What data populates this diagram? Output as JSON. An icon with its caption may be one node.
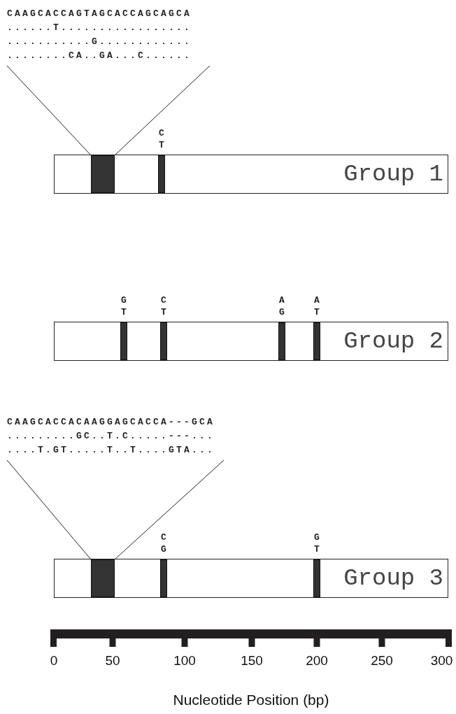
{
  "diagram": {
    "nodes": [
      {
        "text": [
          "CAAGCACCAGTAGCACCAGCAGCA",
          "......T.................",
          "...........G............",
          "........CA..GA...C......"
        ]
      },
      {
        "text": [
          "Group 1"
        ]
      },
      {
        "text": [],
        "shape": "bar",
        "in": 1
      },
      {
        "text": [],
        "shape": "bar",
        "in": 1,
        "beside": [
          "C",
          "T"
        ]
      },
      {
        "text": [
          "Group 2"
        ]
      },
      {
        "text": [],
        "shape": "bar",
        "in": 4,
        "beside": [
          "G",
          "T"
        ]
      },
      {
        "text": [],
        "shape": "bar",
        "in": 4,
        "beside": [
          "C",
          "T"
        ]
      },
      {
        "text": [],
        "shape": "bar",
        "in": 4,
        "beside": [
          "A",
          "G"
        ]
      },
      {
        "text": [],
        "shape": "bar",
        "in": 4,
        "beside": [
          "A",
          "T"
        ]
      },
      {
        "text": [
          "CAAGCACCACAAGGAGCACCA---GCA",
          ".........GC..T.C.....---...",
          "....T.GT.....T..T....GTA..."
        ]
      },
      {
        "text": [
          "Group 3"
        ]
      },
      {
        "text": [],
        "shape": "bar",
        "in": 10
      },
      {
        "text": [],
        "shape": "bar",
        "in": 10,
        "beside": [
          "C",
          "G"
        ]
      },
      {
        "text": [],
        "shape": "bar",
        "in": 10,
        "beside": [
          "G",
          "T"
        ]
      }
    ],
    "edges": [
      {
        "from": 0,
        "to": 2,
        "arrow": "none"
      },
      {
        "from": 0,
        "to": 2,
        "arrow": "none"
      },
      {
        "from": 9,
        "to": 11,
        "arrow": "none"
      },
      {
        "from": 9,
        "to": 11,
        "arrow": "none"
      }
    ],
    "labels": [
      "0",
      "50",
      "100",
      "150",
      "200",
      "250",
      "300",
      "Nucleotide Position (bp)"
    ]
  }
}
